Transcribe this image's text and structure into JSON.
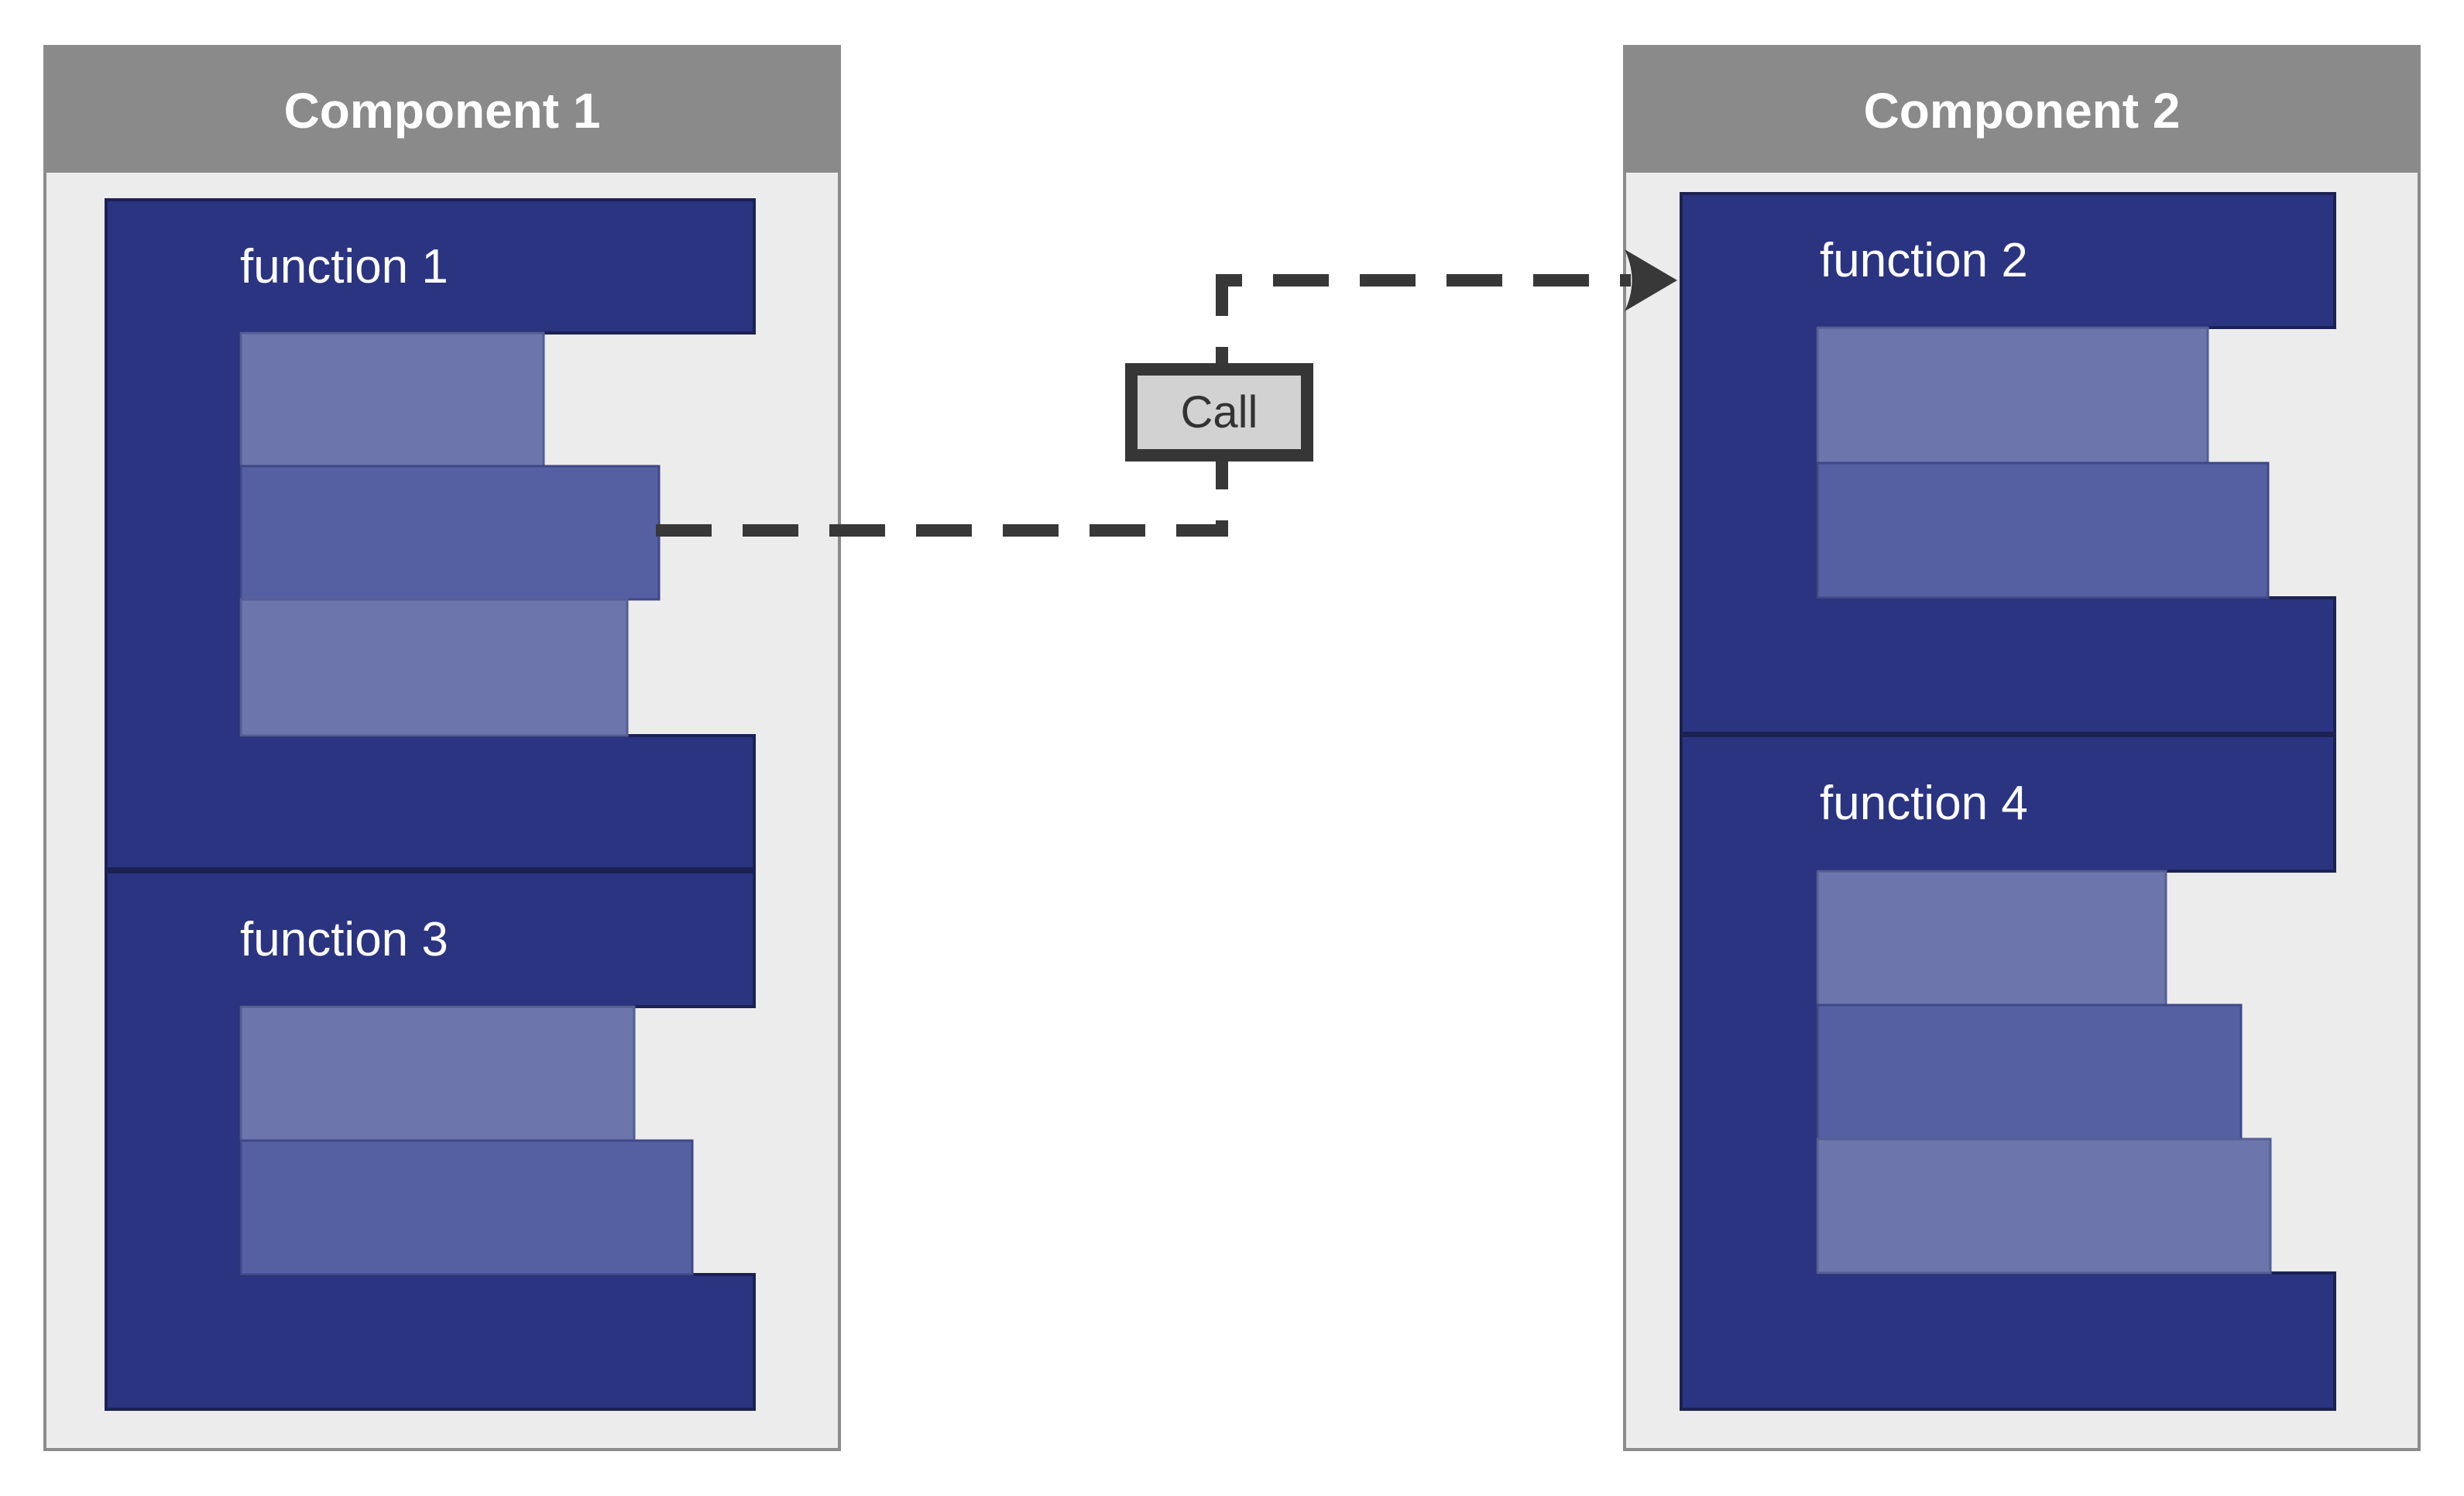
{
  "diagram": {
    "type": "component-call-diagram",
    "components": [
      {
        "title": "Component 1",
        "functions": [
          {
            "name": "function 1",
            "sub_call_bars": [
              "light",
              "dark",
              "light"
            ]
          },
          {
            "name": "function 3",
            "sub_call_bars": [
              "light",
              "dark"
            ]
          }
        ]
      },
      {
        "title": "Component 2",
        "functions": [
          {
            "name": "function 2",
            "sub_call_bars": [
              "light",
              "dark"
            ]
          },
          {
            "name": "function 4",
            "sub_call_bars": [
              "light",
              "dark",
              "light"
            ]
          }
        ]
      }
    ],
    "connector": {
      "label": "Call",
      "from": "function 1",
      "to": "function 2",
      "style": "dashed-arrow"
    },
    "colors": {
      "page_background": "#ffffff",
      "component_header": "#8a8a8a",
      "component_body": "#ececec",
      "component_border": "#8b8b8b",
      "function_block": "#2b3480",
      "function_block_border": "#1b2253",
      "sub_call_light": "#6c75ac",
      "sub_call_dark": "#5560a2",
      "connector_line": "#383838",
      "call_box_fill": "#d2d2d2",
      "call_box_border": "#363636",
      "title_text": "#ffffff",
      "call_text": "#333333"
    }
  }
}
